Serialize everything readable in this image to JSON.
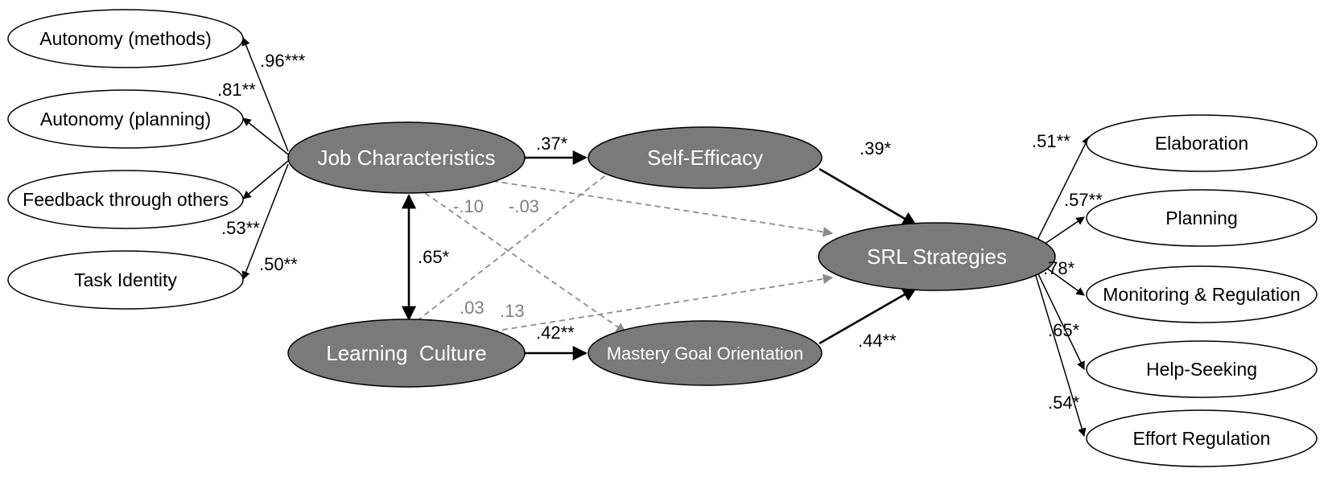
{
  "nodes": {
    "job_characteristics": "Job Characteristics",
    "learning_culture": "Learning  Culture",
    "self_efficacy": "Self-Efficacy",
    "mastery_goal_orientation": "Mastery Goal Orientation",
    "srl_strategies": "SRL Strategies"
  },
  "indicators_left": [
    "Autonomy (methods)",
    "Autonomy (planning)",
    "Feedback through others",
    "Task Identity"
  ],
  "indicators_right": [
    "Elaboration",
    "Planning",
    "Monitoring & Regulation",
    "Help-Seeking",
    "Effort Regulation"
  ],
  "loadings_left": [
    ".96***",
    ".81**",
    ".53**",
    ".50**"
  ],
  "loadings_right": [
    ".51**",
    ".57**",
    ".78*",
    ".65*",
    ".54*"
  ],
  "paths": {
    "jc_se": ".37*",
    "lc_mgo": ".42**",
    "se_srl": ".39*",
    "mgo_srl": ".44**",
    "jc_lc": ".65*",
    "jc_mgo": "-.10",
    "lc_se": "-.03",
    "jc_srl": ".03",
    "lc_srl": ".13"
  },
  "colors": {
    "latent_fill": "#7a7a7a",
    "nonsignificant_path": "#8c8c8c",
    "significant_path": "#000000"
  }
}
